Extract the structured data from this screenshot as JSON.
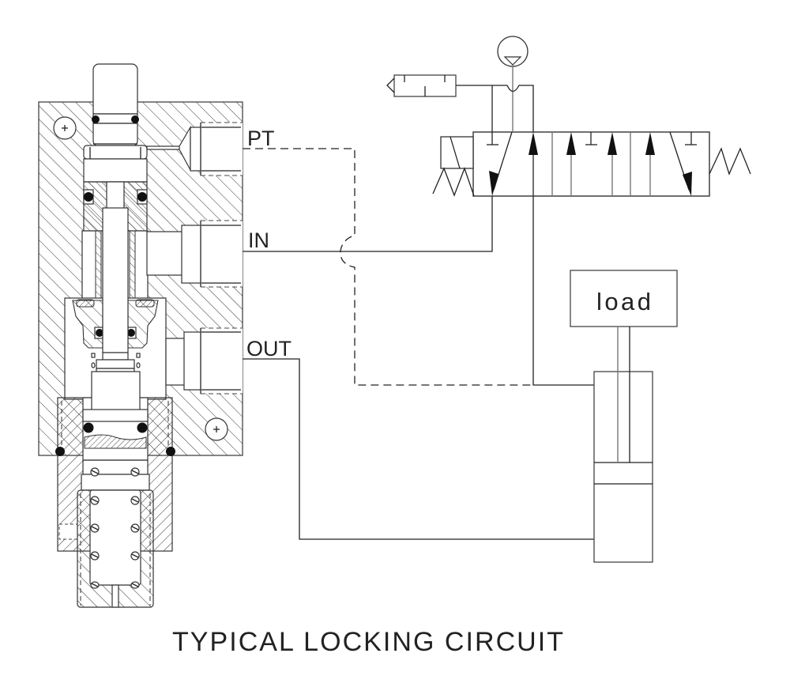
{
  "diagram": {
    "title": "TYPICAL LOCKING CIRCUIT",
    "ports": {
      "pt": "PT",
      "in": "IN",
      "out": "OUT"
    },
    "load_label": "load",
    "symbols": [
      "locking-valve-cross-section",
      "pressure-source-icon",
      "exhaust-muffler-icon",
      "solenoid-icon",
      "spring-icon",
      "directional-control-valve",
      "hydraulic-cylinder",
      "load-block"
    ],
    "line_color": "#222222"
  }
}
